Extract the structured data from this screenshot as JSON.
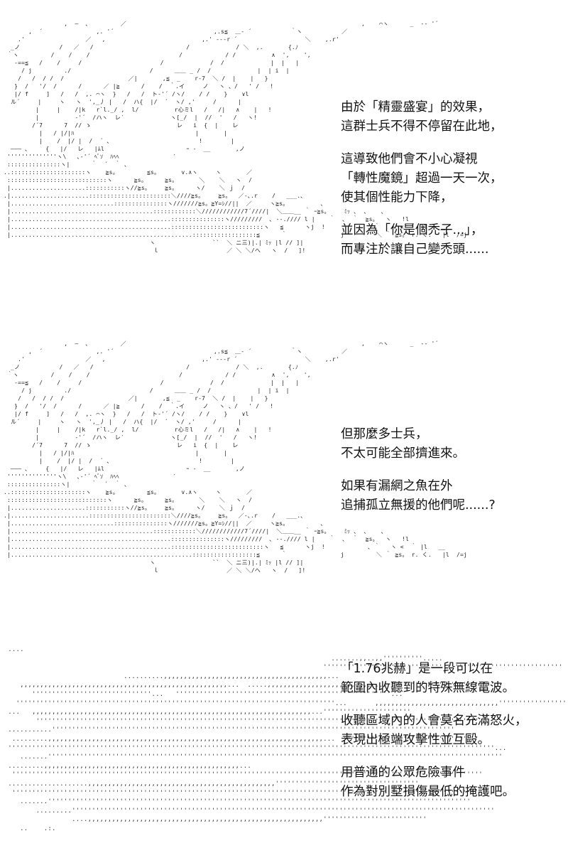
{
  "panels": [
    {
      "paragraphs": [
        [
          "由於「精靈盛宴」的效果，",
          "這群士兵不得不停留在此地，"
        ],
        [
          "這導致他們會不小心凝視",
          "「轉性魔鏡」超過一天一次，",
          "使其個性能力下降，"
        ],
        [
          "並因為「你是個禿子...」，",
          "而專注於讓自己變禿頭......"
        ]
      ]
    },
    {
      "paragraphs": [
        [
          "但那麼多士兵，",
          "不太可能全部擠進來。"
        ],
        [
          "如果有漏網之魚在外",
          "追捕孤立無援的他們呢......?"
        ]
      ]
    },
    {
      "paragraphs": [
        [
          "「1.76兆赫」是一段可以在",
          "範圍內收聽到的特殊無線電波。"
        ],
        [
          "收聽區域內的人會莫名充滿怒火，",
          "表現出極端攻擊性並互毆。"
        ],
        [
          "用普通的公眾危險事件",
          "作為對別墅損傷最低的掩護吧。"
        ]
      ]
    }
  ]
}
